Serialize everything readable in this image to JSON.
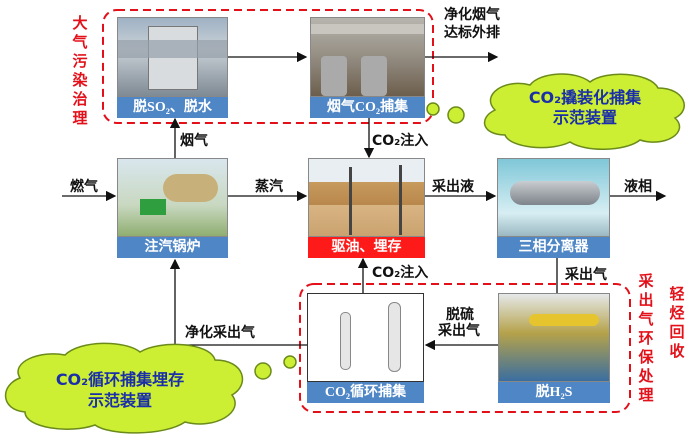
{
  "top_group": {
    "label": "大气污染治理",
    "desulfur": "脱SO₂、脱水",
    "flue_capture": "烟气CO₂捕集",
    "discharge_line1": "净化烟气",
    "discharge_line2": "达标外排"
  },
  "cloud_top": {
    "line1": "CO₂撬装化捕集",
    "line2": "示范装置"
  },
  "flow": {
    "flue_gas": "烟气",
    "co2_inject_top": "CO₂注入",
    "fuel_gas": "燃气",
    "steam": "蒸汽",
    "produced_liquid": "采出液",
    "liquid_phase": "液相",
    "produced_gas": "采出气",
    "co2_inject_bottom": "CO₂注入",
    "desulfurized_line1": "脱硫",
    "desulfurized_line2": "采出气",
    "purified_gas": "净化采出气"
  },
  "middle": {
    "boiler": "注汽锅炉",
    "oil": "驱油、埋存",
    "separator": "三相分离器"
  },
  "bottom_group": {
    "label": "采出气环保处理",
    "side_label": "轻烃回收",
    "co2_cycle": "CO₂循环捕集",
    "h2s": "脱H₂S"
  },
  "cloud_bottom": {
    "line1": "CO₂循环捕集埋存",
    "line2": "示范装置"
  },
  "colors": {
    "label_blue": "#4f86c6",
    "label_red": "#ff1a1a",
    "dashed_red": "#e3101a",
    "cloud": "#ccee33"
  }
}
